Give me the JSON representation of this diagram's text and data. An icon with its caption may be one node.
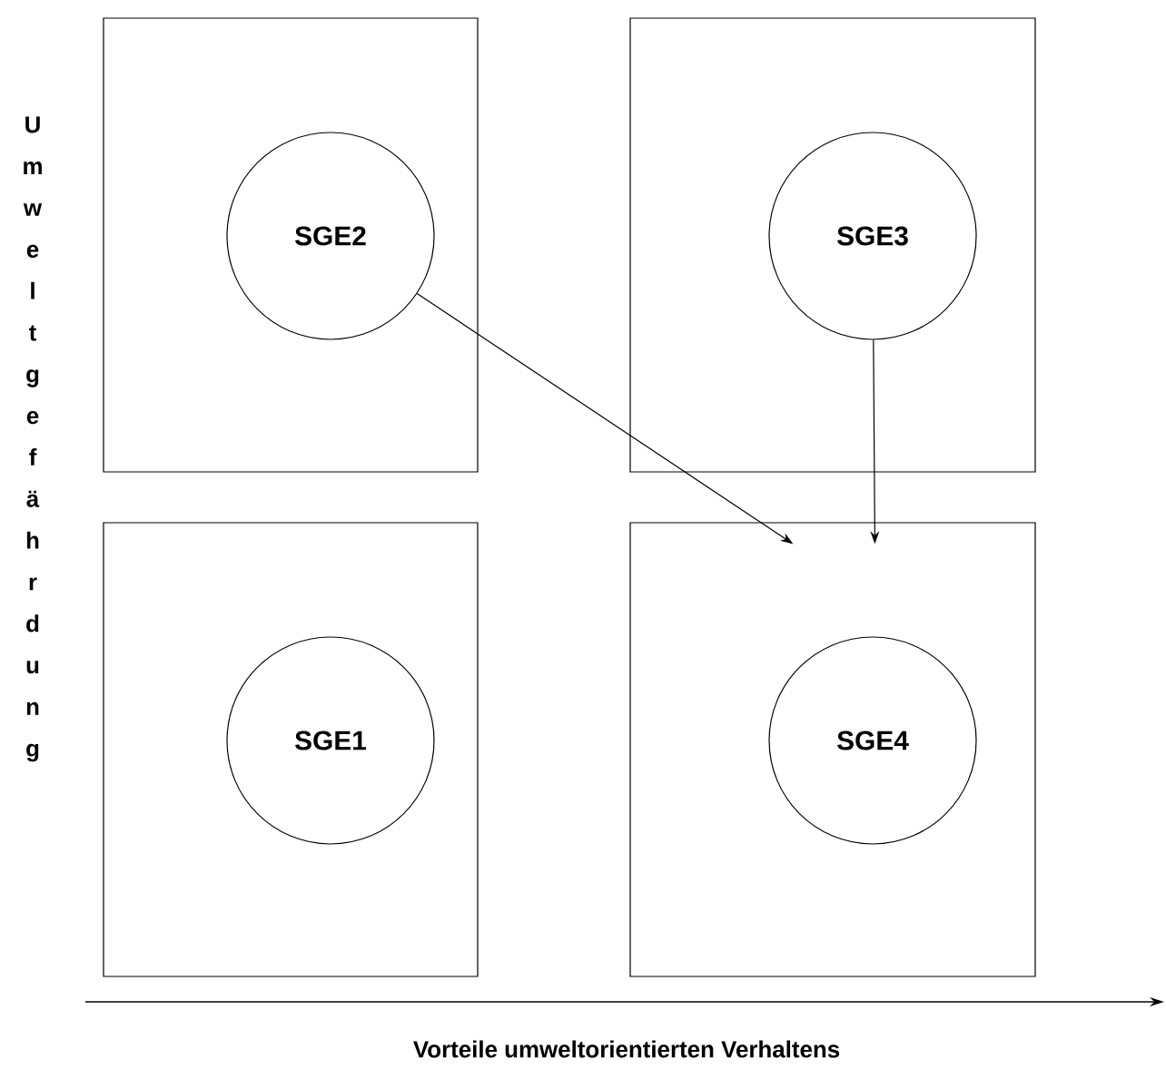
{
  "diagram": {
    "nodes": [
      {
        "text": [],
        "shape": "box"
      },
      {
        "text": [
          "SGE2"
        ],
        "in": 0
      },
      {
        "text": [],
        "shape": "box"
      },
      {
        "text": [
          "SGE3"
        ],
        "in": 2
      },
      {
        "text": [],
        "shape": "box"
      },
      {
        "text": [
          "SGE1"
        ],
        "in": 4
      },
      {
        "text": [],
        "shape": "box"
      },
      {
        "text": [
          "SGE4"
        ],
        "in": 6
      }
    ],
    "edges": [
      {
        "from": 1,
        "to": 6,
        "arrow": "to"
      },
      {
        "from": 3,
        "to": 6,
        "arrow": "to"
      }
    ],
    "labels": [
      "Umweltgefährdung",
      "Vorteile umweltorientierten Verhaltens"
    ]
  }
}
